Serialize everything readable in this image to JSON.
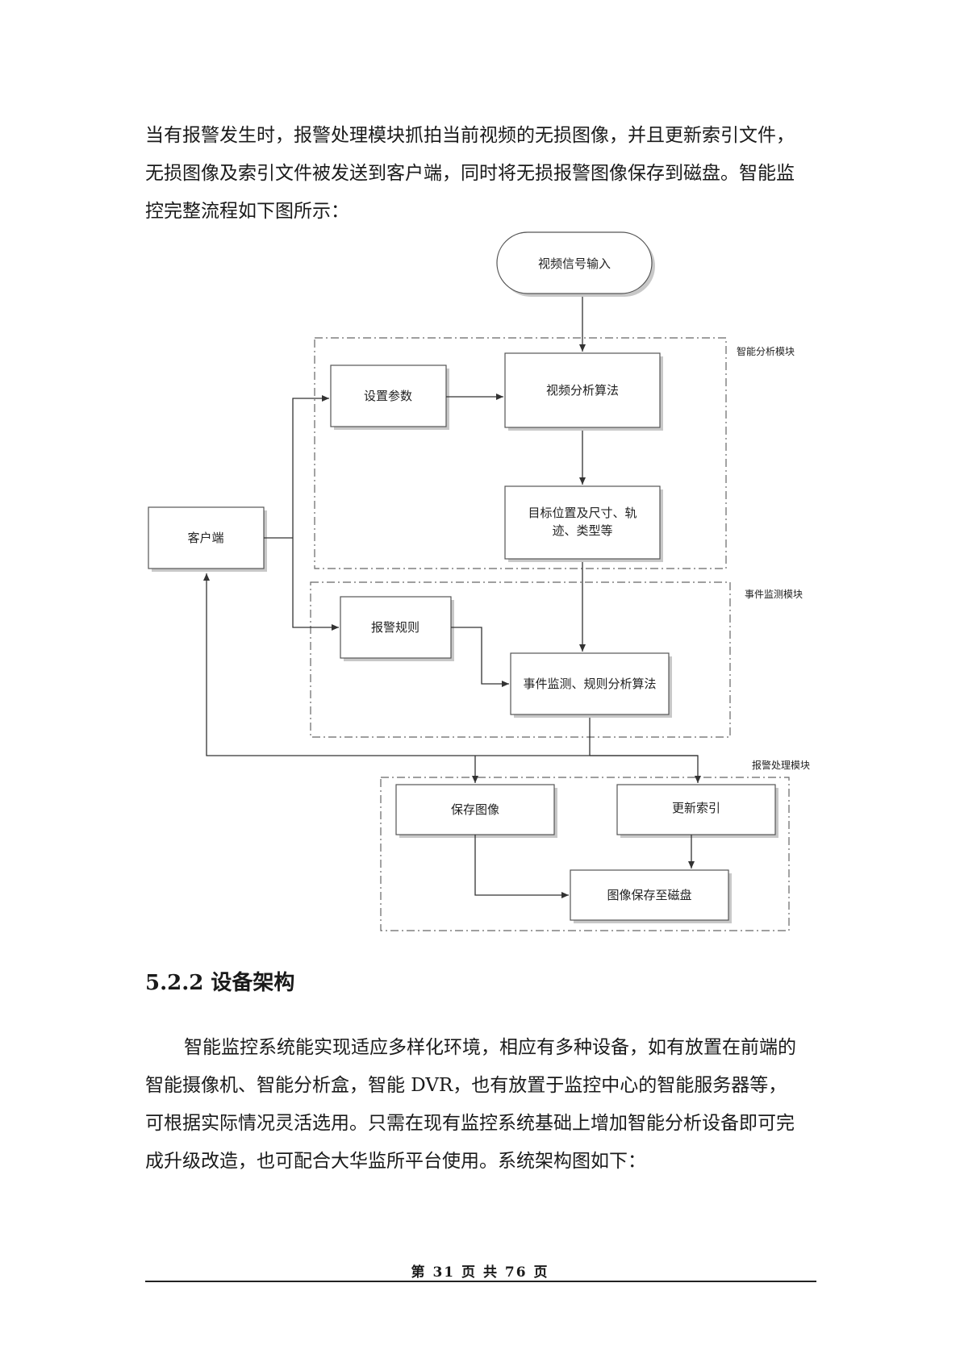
{
  "intro_paragraph": {
    "lines": [
      "当有报警发生时，报警处理模块抓拍当前视频的无损图像，并且更新索引文件，",
      "无损图像及索引文件被发送到客户端，同时将无损报警图像保存到磁盘。智能监",
      "控完整流程如下图所示："
    ]
  },
  "flowchart": {
    "nodes": {
      "video_input": "视频信号输入",
      "set_params": "设置参数",
      "video_analysis": "视频分析算法",
      "target_line1": "目标位置及尺寸、轨",
      "target_line2": "迹、类型等",
      "client": "客户端",
      "alarm_rules": "报警规则",
      "event_monitor": "事件监测、规则分析算法",
      "save_image": "保存图像",
      "update_index": "更新索引",
      "image_to_disk": "图像保存至磁盘"
    },
    "modules": {
      "analysis": "智能分析模块",
      "event": "事件监测模块",
      "alarm": "报警处理模块"
    }
  },
  "section": {
    "heading": "5.2.2 设备架构"
  },
  "body_paragraph": {
    "lines": [
      "智能监控系统能实现适应多样化环境，相应有多种设备，如有放置在前端的",
      "智能摄像机、智能分析盒，智能 DVR，也有放置于监控中心的智能服务器等，",
      "可根据实际情况灵活选用。只需在现有监控系统基础上增加智能分析设备即可完",
      "成升级改造，也可配合大华监所平台使用。系统架构图如下："
    ]
  },
  "footer": {
    "page_label": "第 31 页 共 76 页"
  }
}
